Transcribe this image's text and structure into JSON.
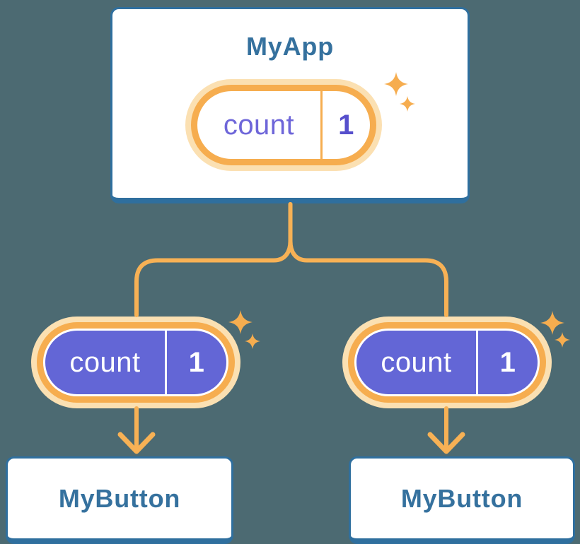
{
  "diagram": {
    "root": {
      "title": "MyApp",
      "state": {
        "name": "count",
        "value": "1"
      }
    },
    "children": [
      {
        "title": "MyButton",
        "prop": {
          "name": "count",
          "value": "1"
        }
      },
      {
        "title": "MyButton",
        "prop": {
          "name": "count",
          "value": "1"
        }
      }
    ]
  },
  "colors": {
    "background": "#4C6A72",
    "card_fill": "#FFFFFF",
    "card_border": "#2F6F9E",
    "title_text": "#35719E",
    "connector_orange": "#F7B155",
    "pill_ring_orange": "#F6AD4F",
    "pill_glow_cream": "#FBE0B2",
    "state_purple": "#6366D6",
    "state_name_purple": "#6E66D9",
    "state_value_purple": "#564FCC",
    "state_text_on_purple": "#FFFFFF"
  },
  "icons": {
    "sparkle": "four-point-star"
  }
}
